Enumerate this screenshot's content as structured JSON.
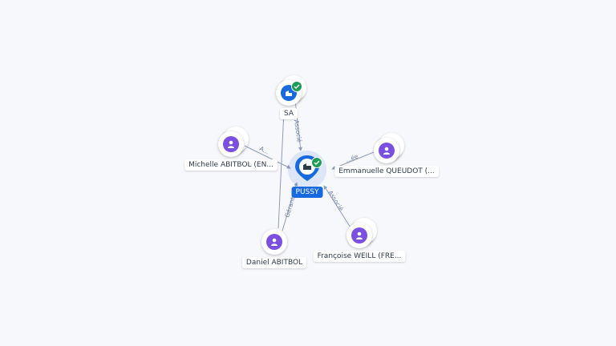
{
  "graph": {
    "center": {
      "label": "PUSSY",
      "type": "company",
      "verified": true
    },
    "nodes": [
      {
        "id": "sa",
        "label": "SA",
        "type": "company",
        "verified": true
      },
      {
        "id": "michelle",
        "label": "Michelle ABITBOL (EN...",
        "type": "person",
        "verified": false
      },
      {
        "id": "emmanuelle",
        "label": "Emmanuelle QUEUDOT (...",
        "type": "person",
        "verified": false
      },
      {
        "id": "daniel",
        "label": "Daniel ABITBOL",
        "type": "person",
        "verified": false
      },
      {
        "id": "francoise",
        "label": "Françoise WEILL (FRE...",
        "type": "person",
        "verified": false
      }
    ],
    "edges": [
      {
        "from": "sa",
        "label": "Associé"
      },
      {
        "from": "michelle",
        "label": "A..."
      },
      {
        "from": "emmanuelle",
        "label": "...ée"
      },
      {
        "from": "daniel",
        "label": "Gérant"
      },
      {
        "from": "francoise",
        "label": "Associé"
      }
    ]
  },
  "colors": {
    "person": "#7b4fe0",
    "company": "#1769e0",
    "verified": "#1f9d55",
    "edge": "#8d9bbd"
  },
  "icons": {
    "person": "person-icon",
    "company": "building-icon",
    "verified": "check-badge-icon"
  }
}
